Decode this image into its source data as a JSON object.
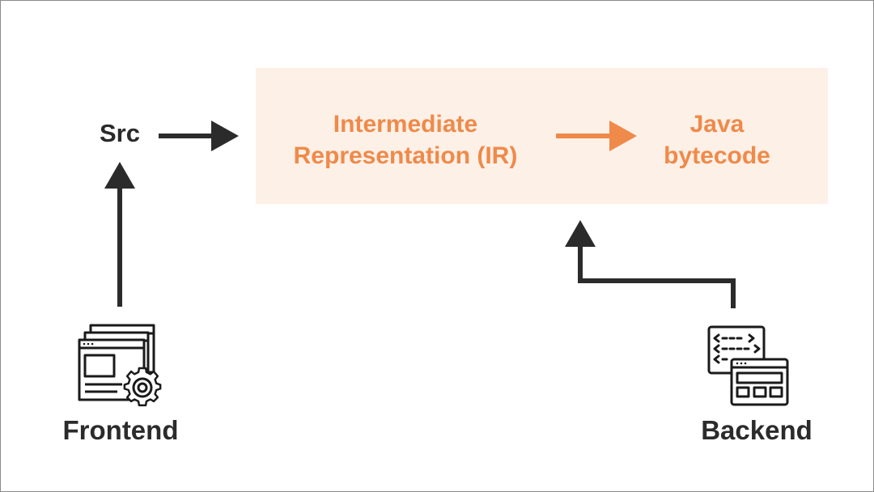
{
  "diagram": {
    "nodes": {
      "src": "Src",
      "ir": [
        "Intermediate",
        "Representation (IR)"
      ],
      "bytecode": [
        "Java",
        "bytecode"
      ],
      "frontend": "Frontend",
      "backend": "Backend"
    },
    "icons": {
      "frontend": "web-pages-gear-icon",
      "backend": "code-and-layout-windows-icon"
    },
    "colors": {
      "dark": "#2b2b2b",
      "accent": "#ef8a4a",
      "panel": "#fdf0e7"
    },
    "edges": [
      {
        "from": "Src",
        "to": "Intermediate Representation (IR)"
      },
      {
        "from": "Intermediate Representation (IR)",
        "to": "Java bytecode"
      },
      {
        "from": "Frontend",
        "to": "Src"
      },
      {
        "from": "Backend",
        "to": "Java bytecode"
      }
    ]
  }
}
